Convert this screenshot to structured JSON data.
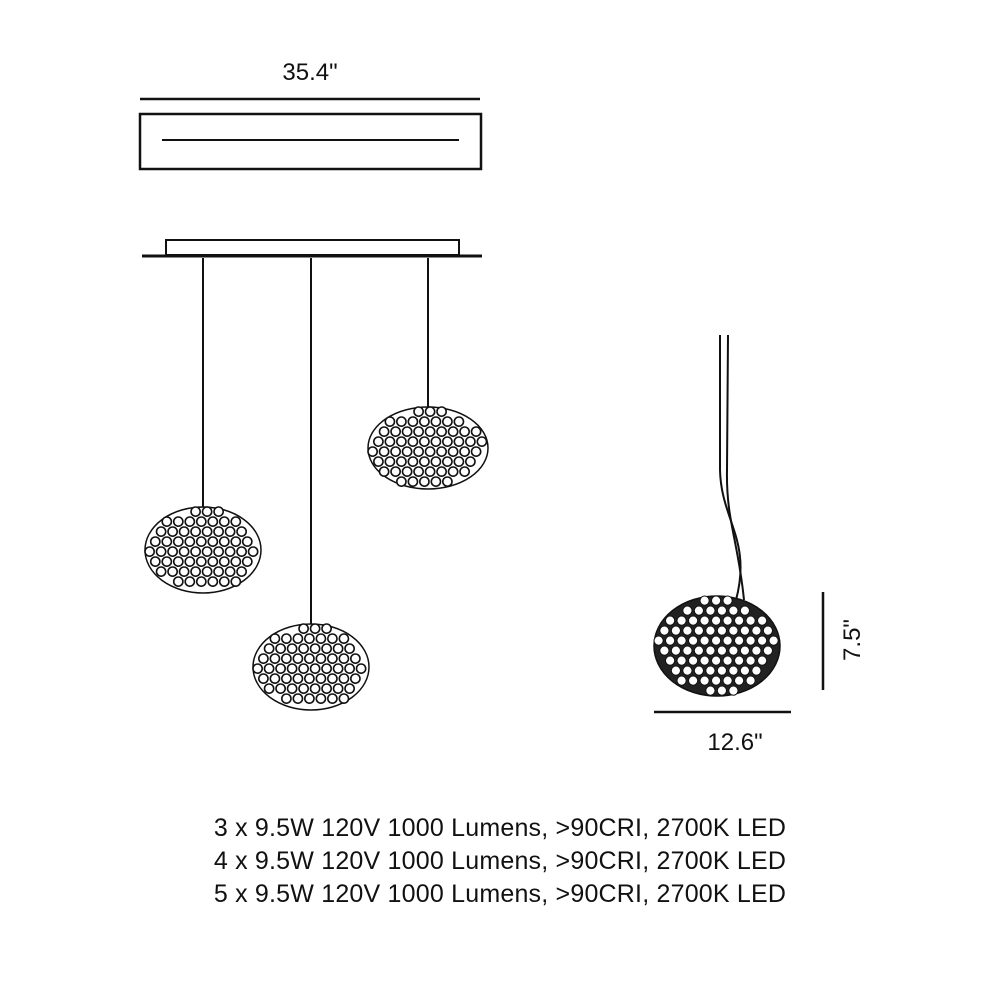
{
  "dimensions": {
    "canopy_width": "35.4\"",
    "pendant_height": "7.5\"",
    "pendant_width": "12.6\""
  },
  "specs": [
    "3 x 9.5W 120V 1000 Lumens, >90CRI, 2700K LED",
    "4 x 9.5W 120V 1000 Lumens, >90CRI, 2700K LED",
    "5 x 9.5W 120V 1000 Lumens, >90CRI, 2700K LED"
  ]
}
